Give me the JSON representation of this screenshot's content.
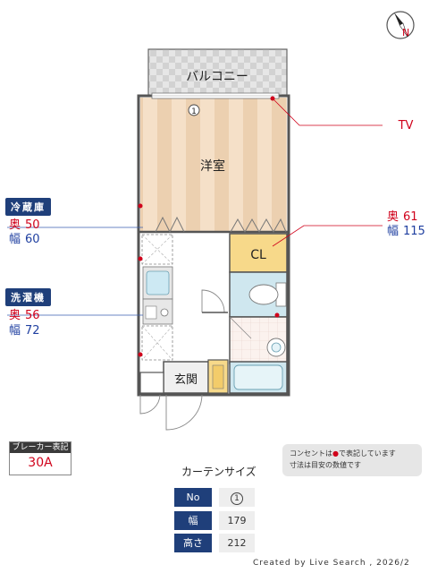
{
  "compass": {
    "label": "N"
  },
  "rooms": {
    "balcony": "バルコニー",
    "western_room": "洋室",
    "closet": "CL",
    "entrance": "玄関",
    "window_number": "1"
  },
  "tv": {
    "label": "TV"
  },
  "fridge": {
    "title": "冷蔵庫",
    "depth_label": "奥",
    "depth": "50",
    "width_label": "幅",
    "width": "60"
  },
  "washer": {
    "title": "洗濯機",
    "depth_label": "奥",
    "depth": "56",
    "width_label": "幅",
    "width": "72"
  },
  "closet_dims": {
    "depth_label": "奥",
    "depth": "61",
    "width_label": "幅",
    "width": "115"
  },
  "breaker": {
    "title": "ブレーカー表記",
    "value": "30A"
  },
  "note": {
    "line1_pre": "コンセントは",
    "line1_mark": "●",
    "line1_post": "で表記しています",
    "line2": "寸法は目安の数値です"
  },
  "curtain": {
    "title": "カーテンサイズ",
    "rows": [
      {
        "label": "No",
        "value": "1"
      },
      {
        "label": "幅",
        "value": "179"
      },
      {
        "label": "高さ",
        "value": "212"
      }
    ]
  },
  "credit": "Created by Live Search , 2026/2",
  "colors": {
    "navy": "#1f3f7a",
    "red": "#d0021b",
    "room_floor": "#f3dcc3",
    "closet_floor": "#f7d98a",
    "wet_floor": "#cfe7ef"
  }
}
